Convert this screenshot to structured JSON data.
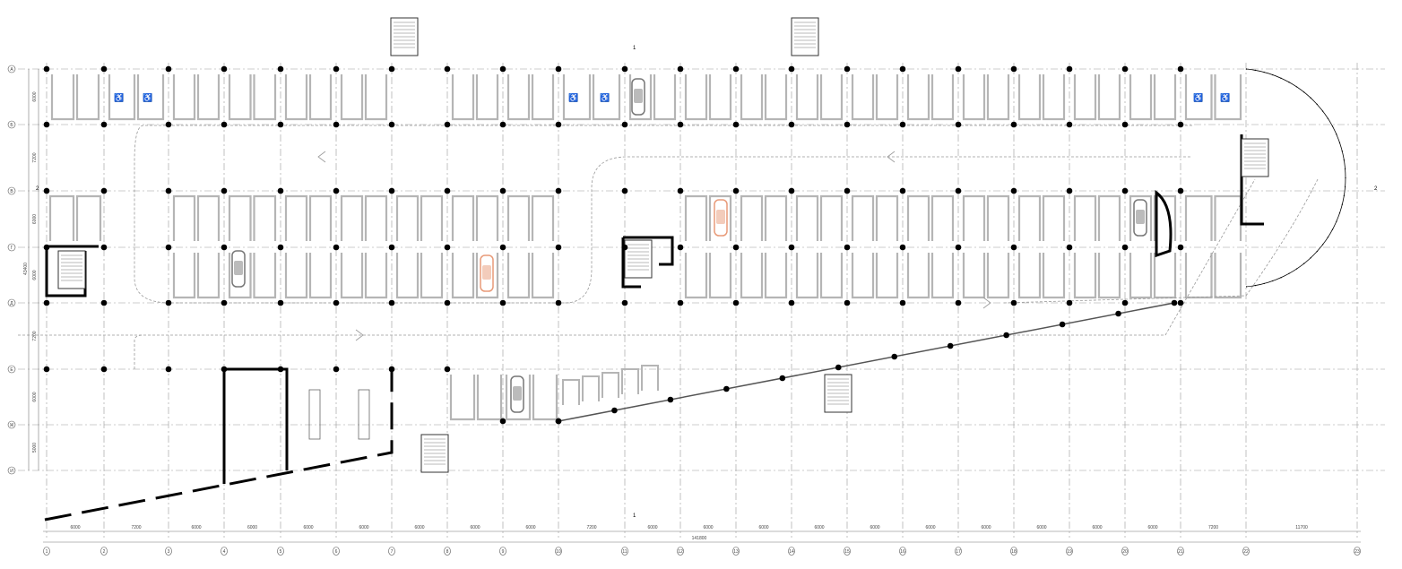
{
  "plan": {
    "column_axes": [
      "1",
      "2",
      "3",
      "4",
      "5",
      "6",
      "7",
      "8",
      "9",
      "10",
      "11",
      "12",
      "13",
      "14",
      "15",
      "16",
      "17",
      "18",
      "19",
      "20",
      "21",
      "22",
      "23"
    ],
    "row_axes": [
      "А",
      "Б",
      "В",
      "Г",
      "Д",
      "Е",
      "Ж",
      "И"
    ],
    "column_spans": [
      "6000",
      "7200",
      "6000",
      "6000",
      "6000",
      "6000",
      "6000",
      "6000",
      "6000",
      "7200",
      "6000",
      "6000",
      "6000",
      "6000",
      "6000",
      "6000",
      "6000",
      "6000",
      "6000",
      "6000",
      "7200",
      "11700"
    ],
    "row_spans": [
      "6000",
      "7200",
      "6000",
      "6000",
      "7200",
      "6000",
      "5000"
    ],
    "total_length": "141800",
    "total_width": "43400",
    "section_marks": [
      "1",
      "1",
      "2",
      "2"
    ],
    "colors": {
      "structure": "#000000",
      "stalls": "#b5b5b5",
      "grid": "#9a9a9a",
      "car_gray": "#777777",
      "car_orange": "#e89a78"
    }
  }
}
